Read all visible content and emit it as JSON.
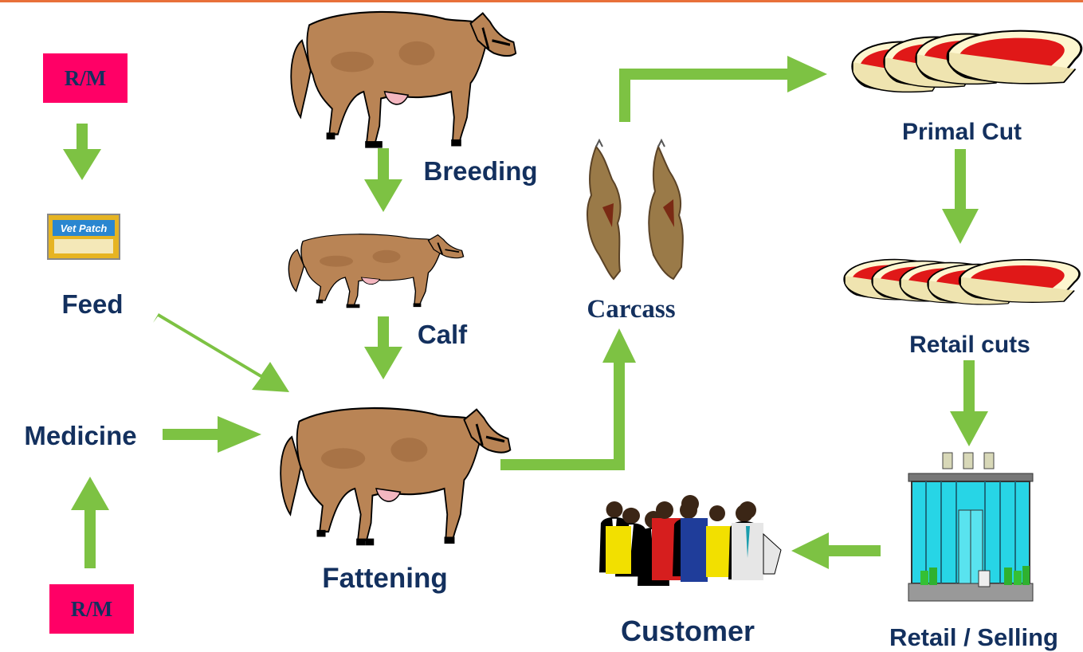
{
  "colors": {
    "arrow": "#7dc243",
    "label_text": "#13305e",
    "rm_box": "#ff0066",
    "header_line": "#e8703a",
    "cow_body": "#b98455",
    "meat_red": "#e01818",
    "meat_fat": "#fdf6cf",
    "store_glass": "#27d5e6"
  },
  "nodes": {
    "rm_top": "R/M",
    "rm_bottom": "R/M",
    "feed_pack_text": "Vet Patch",
    "feed": "Feed",
    "medicine": "Medicine",
    "breeding": "Breeding",
    "calf": "Calf",
    "fattening": "Fattening",
    "carcass": "Carcass",
    "primal_cut": "Primal Cut",
    "retail_cuts": "Retail cuts",
    "retail_selling": "Retail / Selling",
    "customer": "Customer"
  },
  "icons": [
    "cow-icon",
    "calf-icon",
    "carcass-icon",
    "feed-pack-icon",
    "steak-icon",
    "store-icon",
    "people-icon"
  ]
}
